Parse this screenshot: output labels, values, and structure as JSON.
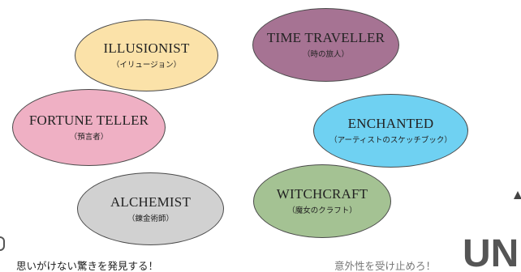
{
  "ellipses": {
    "illusionist": {
      "title": "ILLUSIONIST",
      "subtitle": "（イリュージョン）",
      "color": "#fbe2a9"
    },
    "time_traveller": {
      "title": "TIME TRAVELLER",
      "subtitle": "（時の旅人）",
      "color": "#a67393"
    },
    "fortune_teller": {
      "title": "FORTUNE TELLER",
      "subtitle": "（預言者）",
      "color": "#efb0c4"
    },
    "enchanted": {
      "title": "ENCHANTED",
      "subtitle": "（アーティストのスケッチブック）",
      "color": "#6fd1f2"
    },
    "alchemist": {
      "title": "ALCHEMIST",
      "subtitle": "（錬金術師）",
      "color": "#d1d1d1"
    },
    "witchcraft": {
      "title": "WITCHCRAFT",
      "subtitle": "（魔女のクラフト）",
      "color": "#a4c293"
    }
  },
  "captions": {
    "left": "思いがけない驚きを発見する！",
    "right": "意外性を受け止めろ！"
  },
  "brand": {
    "text": "UN",
    "color": "#555555"
  }
}
